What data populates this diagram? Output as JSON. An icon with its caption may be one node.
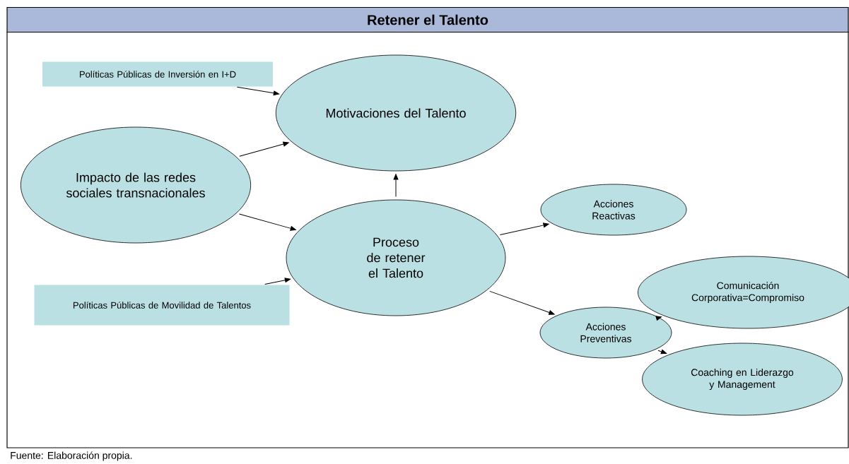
{
  "diagram": {
    "title": "Retener el Talento",
    "caption": "Fuente: Elaboración propia.",
    "nodes": [
      {
        "text": [
          "Políticas Públicas de Inversión en I+D"
        ]
      },
      {
        "text": [
          "Motivaciones del Talento"
        ]
      },
      {
        "text": [
          "Impacto de las redes sociales transnacionales"
        ]
      },
      {
        "text": [
          "Proceso de retener el Talento"
        ]
      },
      {
        "text": [
          "Políticas Públicas de Movilidad de Talentos"
        ]
      },
      {
        "text": [
          "Acciones Reactivas"
        ]
      },
      {
        "text": [
          "Acciones Preventivas"
        ]
      },
      {
        "text": [
          "Comunicación Corporativa=Compromiso"
        ]
      },
      {
        "text": [
          "Coaching en Liderazgo y Management"
        ]
      }
    ],
    "edges": [
      {
        "from": 0,
        "to": 1,
        "arrow": "to"
      },
      {
        "from": 2,
        "to": 1,
        "arrow": "to"
      },
      {
        "from": 3,
        "to": 1,
        "arrow": "to"
      },
      {
        "from": 2,
        "to": 3,
        "arrow": "to"
      },
      {
        "from": 4,
        "to": 3,
        "arrow": "to"
      },
      {
        "from": 3,
        "to": 5,
        "arrow": "to"
      },
      {
        "from": 3,
        "to": 6,
        "arrow": "to"
      },
      {
        "from": 6,
        "to": 7,
        "arrow": "to"
      },
      {
        "from": 6,
        "to": 8,
        "arrow": "to"
      }
    ]
  }
}
